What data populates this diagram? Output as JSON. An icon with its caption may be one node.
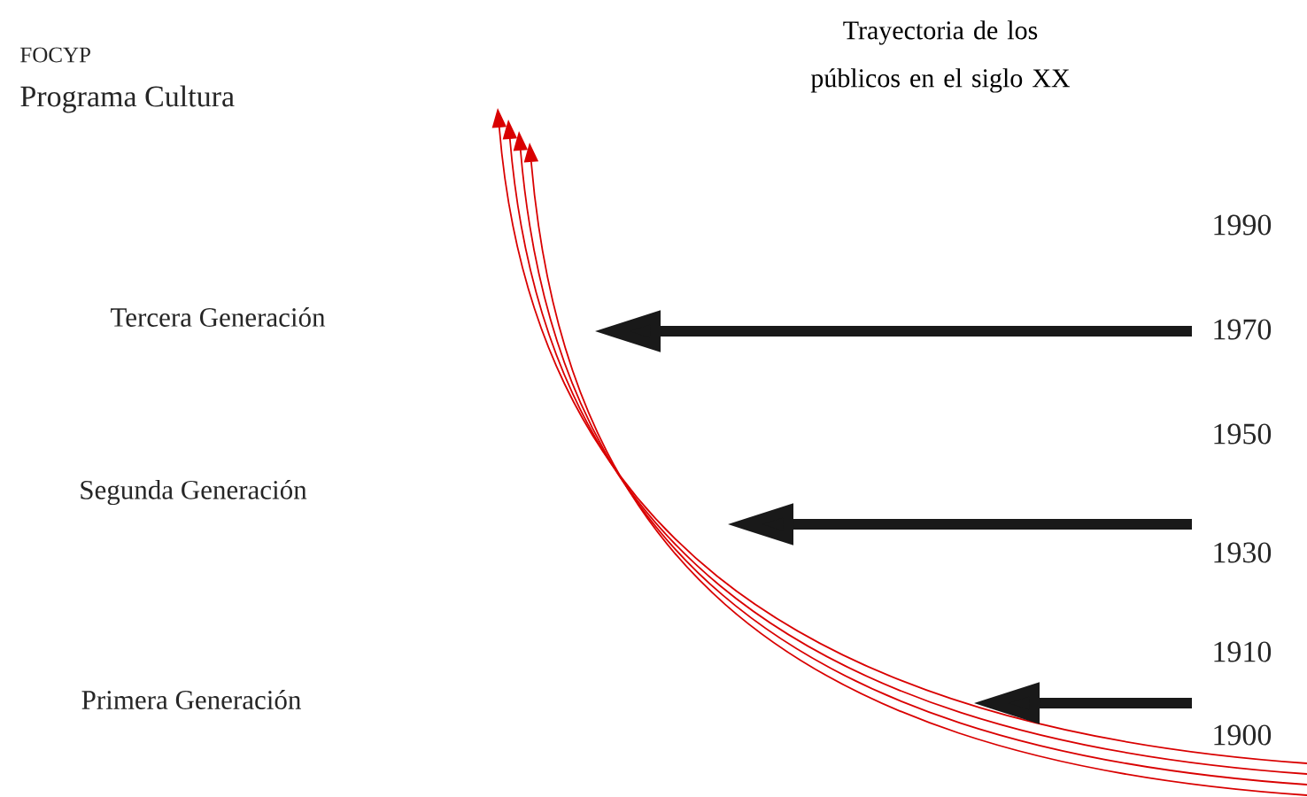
{
  "diagram": {
    "title": "Trayectoria de los públicos en el siglo XX",
    "labels": [
      "FOCYP",
      "Programa Cultura",
      "1990",
      "Tercera Generación",
      "1970",
      "1950",
      "Segunda Generación",
      "1930",
      "1910",
      "Primera Generación",
      "1900"
    ]
  }
}
